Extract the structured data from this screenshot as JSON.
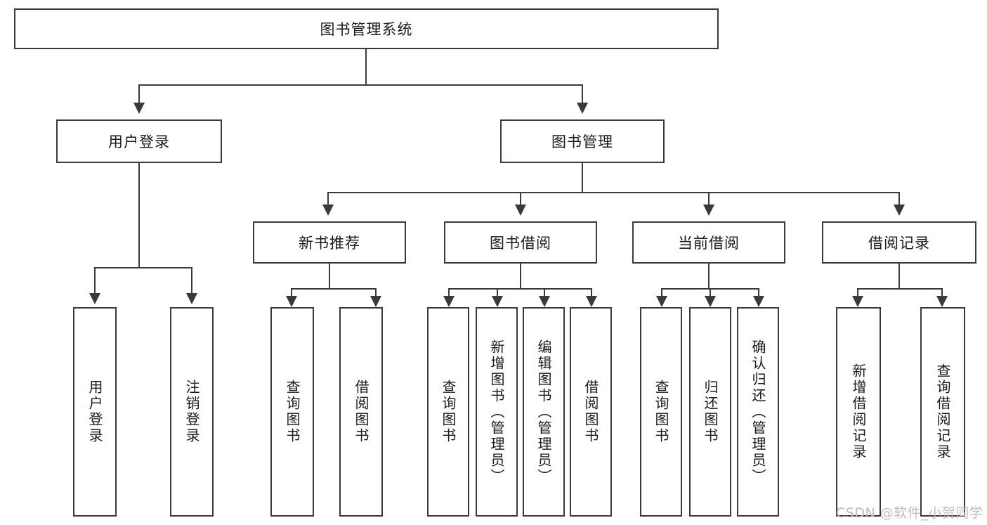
{
  "diagram": {
    "title_node": {
      "label": "图书管理系统"
    },
    "level2": [
      {
        "id": "user-login",
        "label": "用户登录"
      },
      {
        "id": "book-management",
        "label": "图书管理"
      }
    ],
    "level3": [
      {
        "id": "new-book-recommend",
        "label": "新书推荐"
      },
      {
        "id": "book-borrow",
        "label": "图书借阅"
      },
      {
        "id": "current-borrow",
        "label": "当前借阅"
      },
      {
        "id": "borrow-record",
        "label": "借阅记录"
      }
    ],
    "leaves": {
      "user_login": [
        {
          "id": "leaf-user-login",
          "label": "用户登录"
        },
        {
          "id": "leaf-logout-login",
          "label": "注销登录"
        }
      ],
      "new_book_recommend": [
        {
          "id": "leaf-query-book-1",
          "label": "查询图书"
        },
        {
          "id": "leaf-borrow-book-1",
          "label": "借阅图书"
        }
      ],
      "book_borrow": [
        {
          "id": "leaf-query-book-2",
          "label": "查询图书"
        },
        {
          "id": "leaf-add-book",
          "label": "新增图书（管理员）"
        },
        {
          "id": "leaf-edit-book",
          "label": "编辑图书（管理员）"
        },
        {
          "id": "leaf-borrow-book-2",
          "label": "借阅图书"
        }
      ],
      "current_borrow": [
        {
          "id": "leaf-query-book-3",
          "label": "查询图书"
        },
        {
          "id": "leaf-return-book",
          "label": "归还图书"
        },
        {
          "id": "leaf-confirm-return",
          "label": "确认归还（管理员）"
        }
      ],
      "borrow_record": [
        {
          "id": "leaf-add-record",
          "label": "新增借阅记录"
        },
        {
          "id": "leaf-query-record",
          "label": "查询借阅记录"
        }
      ]
    },
    "watermark": "CSDN @软件_小贺同学",
    "colors": {
      "stroke": "#3a3a3a",
      "text": "#1a1a1a",
      "background": "#ffffff",
      "watermark": "#bdbdbd"
    }
  }
}
